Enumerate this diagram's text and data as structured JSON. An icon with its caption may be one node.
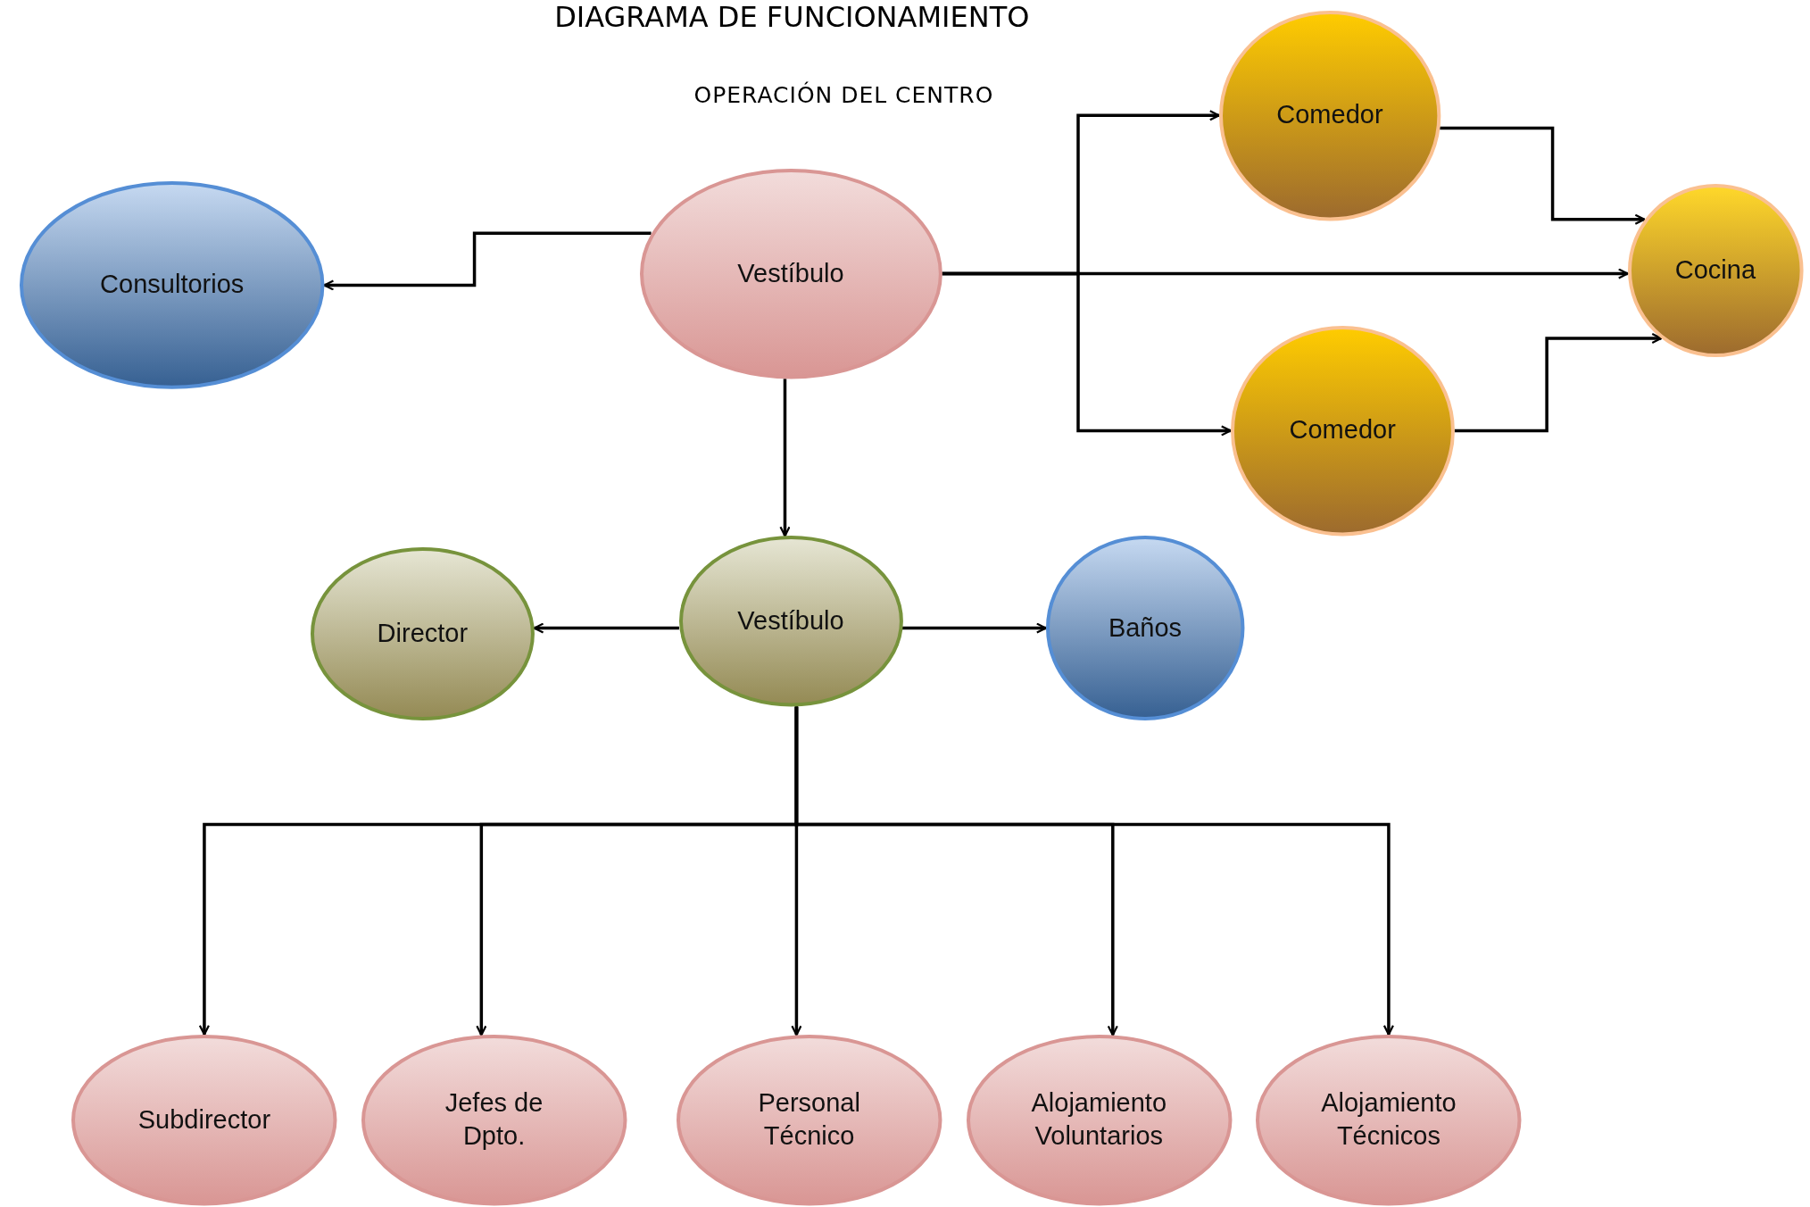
{
  "diagram": {
    "title": "DIAGRAMA DE FUNCIONAMIENTO",
    "nodes": [
      {
        "text": [
          "Vestíbulo"
        ]
      },
      {
        "text": [
          "Consultorios"
        ]
      },
      {
        "text": [
          "Comedor"
        ]
      },
      {
        "text": [
          "Cocina"
        ]
      },
      {
        "text": [
          "Comedor"
        ]
      },
      {
        "text": [
          "Vestíbulo"
        ]
      },
      {
        "text": [
          "Director"
        ]
      },
      {
        "text": [
          "Baños"
        ]
      },
      {
        "text": [
          "Subdirector"
        ]
      },
      {
        "text": [
          "Jefes de Dpto."
        ]
      },
      {
        "text": [
          "Personal Técnico"
        ]
      },
      {
        "text": [
          "Alojamiento Voluntarios"
        ]
      },
      {
        "text": [
          "Alojamiento Técnicos"
        ]
      }
    ],
    "edges": [
      {
        "from": 0,
        "to": 1,
        "arrow": "to"
      },
      {
        "from": 0,
        "to": 2,
        "arrow": "to"
      },
      {
        "from": 0,
        "to": 3,
        "arrow": "to"
      },
      {
        "from": 0,
        "to": 4,
        "arrow": "to"
      },
      {
        "from": 2,
        "to": 3,
        "arrow": "to"
      },
      {
        "from": 4,
        "to": 3,
        "arrow": "to"
      },
      {
        "from": 0,
        "to": 5,
        "arrow": "to"
      },
      {
        "from": 5,
        "to": 6,
        "arrow": "to"
      },
      {
        "from": 5,
        "to": 7,
        "arrow": "to"
      },
      {
        "from": 5,
        "to": 8,
        "arrow": "to"
      },
      {
        "from": 5,
        "to": 9,
        "arrow": "to"
      },
      {
        "from": 5,
        "to": 10,
        "arrow": "to"
      },
      {
        "from": 5,
        "to": 11,
        "arrow": "to"
      },
      {
        "from": 5,
        "to": 12,
        "arrow": "to"
      }
    ],
    "labels": [
      "OPERACIÓN DEL CENTRO"
    ]
  }
}
